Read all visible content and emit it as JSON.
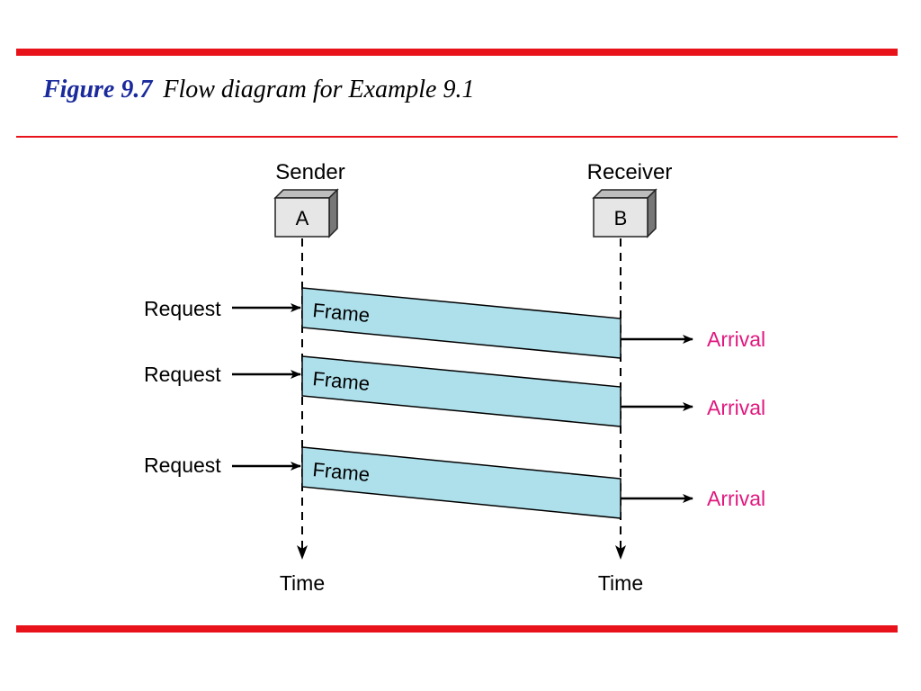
{
  "colors": {
    "rule": "#e8121b",
    "figure_label": "#1a2a9c",
    "frame_fill": "#aee0ec",
    "arrival": "#e0187e",
    "text": "#000000",
    "station_face": "#e6e6e6",
    "station_side": "#777777",
    "station_top": "#bdbdbd"
  },
  "caption": {
    "label": "Figure 9.7",
    "title": "Flow diagram for Example 9.1"
  },
  "stations": {
    "sender": {
      "role": "Sender",
      "id": "A"
    },
    "receiver": {
      "role": "Receiver",
      "id": "B"
    }
  },
  "frames": [
    {
      "request_label": "Request",
      "frame_label": "Frame",
      "arrival_label": "Arrival"
    },
    {
      "request_label": "Request",
      "frame_label": "Frame",
      "arrival_label": "Arrival"
    },
    {
      "request_label": "Request",
      "frame_label": "Frame",
      "arrival_label": "Arrival"
    }
  ],
  "time_labels": {
    "sender": "Time",
    "receiver": "Time"
  }
}
